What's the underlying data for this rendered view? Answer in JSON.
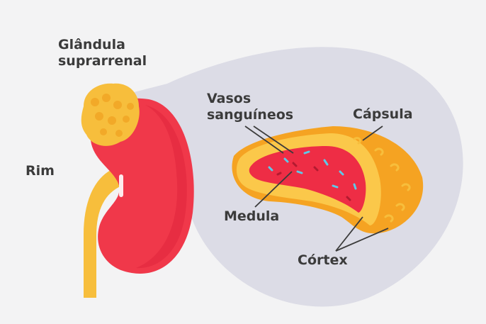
{
  "labels": {
    "adrenal_line1": "Glândula",
    "adrenal_line2": "suprarrenal",
    "kidney": "Rim",
    "vessels_line1": "Vasos",
    "vessels_line2": "sanguíneos",
    "capsule": "Cápsula",
    "medulla": "Medula",
    "cortex": "Córtex"
  },
  "colors": {
    "background": "#f3f3f4",
    "zoom_bubble": "#dcdce6",
    "kidney_red": "#f0384a",
    "adrenal_yellow": "#f7be3c",
    "capsule_orange": "#f5a322",
    "cortex_yellow": "#fbc84a",
    "medulla_red": "#ee2d45",
    "vessel_blue": "#5ec9e8",
    "label_text": "#3b3b3b"
  }
}
